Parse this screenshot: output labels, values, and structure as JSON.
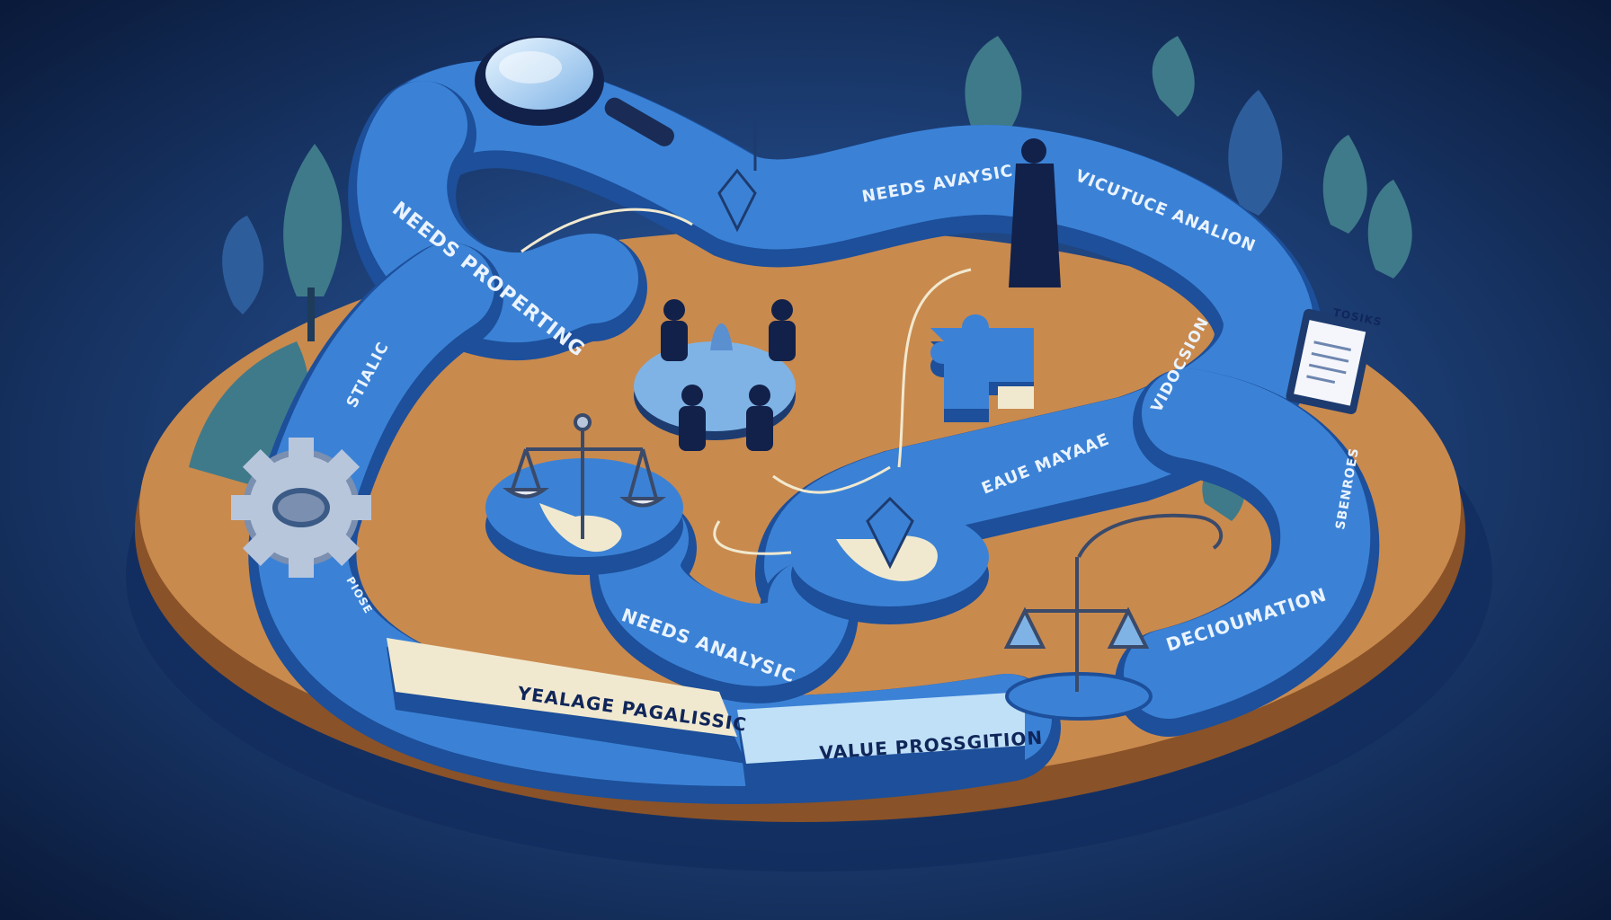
{
  "colors": {
    "background_center": "#2f63b0",
    "background_edge": "#0a1a3a",
    "table_top": "#c98a4e",
    "table_edge": "#8a5228",
    "path_blue": "#3b82d6",
    "path_side": "#1d4f9a",
    "puzzle_light": "#f1e9cf",
    "leaf": "#3f7a8a"
  },
  "labels": {
    "needs_properting": "NEEDS PROPERTING",
    "needs_avaysic": "NEEDS AVAYSIC",
    "vicutuce_analion": "VICUTUCE ANALION",
    "vidocsion": "VIDOCSION",
    "static": "STIALIC",
    "eaue_mayaae": "EAUE MAYAAE",
    "sbenroes": "SBENROES",
    "needs_analysic": "NEEDS ANALYSIC",
    "piose": "PIOSE",
    "decioumation": "DECIOUMATION",
    "yealage_pagalissic": "YEALAGE PAGALISSIC",
    "value_prossgition": "VALUE PROSSGITION",
    "note_title": "TOSIKS"
  },
  "icons": [
    "magnifying-glass-icon",
    "gear-icon",
    "scales-icon",
    "round-table-icon",
    "person-icon",
    "puzzle-piece-icon",
    "pen-nib-icon",
    "clipboard-icon",
    "tree-icon"
  ]
}
